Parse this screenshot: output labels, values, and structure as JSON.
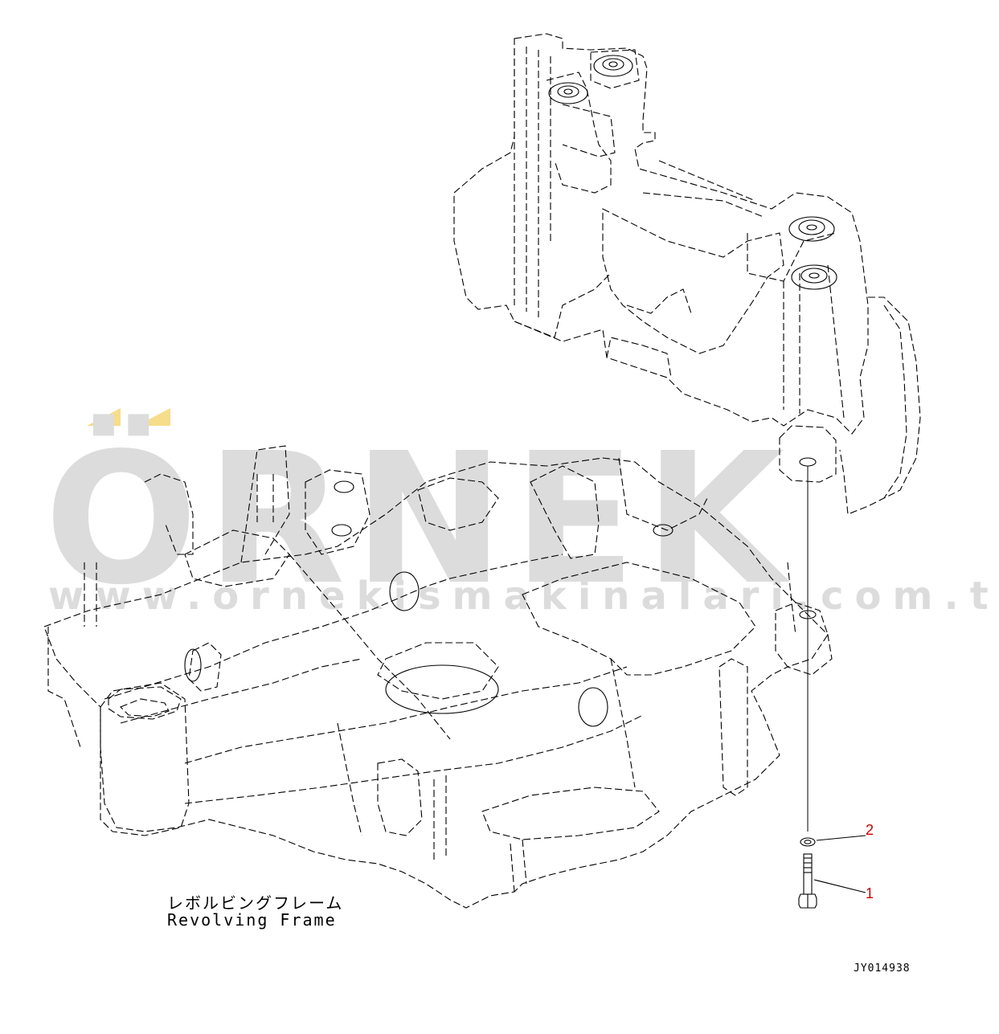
{
  "watermark": {
    "brand": "ÖRNEK",
    "url": "www.ornekismakinalari.com.tr",
    "brand_color": "#dcdcdc",
    "accent_color": "#f5dd8a"
  },
  "callouts": {
    "part_2": "2",
    "part_1": "1",
    "color": "#cc0000"
  },
  "frame_label": {
    "japanese": "レボルビングフレーム",
    "english": "Revolving Frame"
  },
  "drawing_id": "JY014938",
  "line_color": "#000000"
}
